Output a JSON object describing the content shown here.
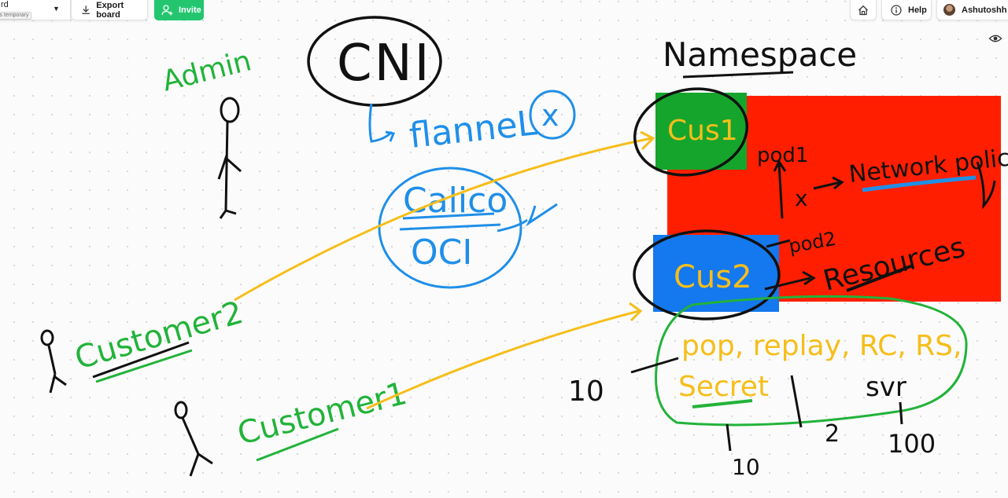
{
  "toolbar": {
    "board_title": "rd",
    "temporary_badge": "is temporary",
    "export_label": "Export board",
    "invite_label": "Invite",
    "help_label": "Help",
    "user_name": "Ashutoshh Sin"
  },
  "icons": {
    "export": "download-icon",
    "invite": "add-user-icon",
    "home": "home-icon",
    "help": "info-icon",
    "visibility": "eye-icon"
  },
  "canvas": {
    "labels": {
      "admin": "Admin",
      "cni": "CNI",
      "flannel": "flanneL",
      "x_mark": "x",
      "calico": "Calico",
      "oci": "OCI",
      "namespace": "Namespace",
      "cus1": "Cus1",
      "cus2": "Cus2",
      "pod1": "pod1",
      "pod2": "pod2",
      "network_policy": "Network policy",
      "resources": "Resources",
      "customer2": "Customer2",
      "customer1": "Customer1",
      "workloads": "pop, replay, RC, RS,",
      "secret": "Secret",
      "svr": "svr",
      "num_10_left": "10",
      "num_10_bottom": "10",
      "num_2": "2",
      "num_100": "100"
    },
    "colors": {
      "ink_black": "#111111",
      "ink_blue": "#1f8fe8",
      "ink_green": "#22b33a",
      "ink_yellow": "#f6be1b",
      "namespace_red": "#ff1f00",
      "cus1_green": "#16a52c",
      "cus2_blue": "#1478ee",
      "invite_green": "#23c66f"
    }
  }
}
